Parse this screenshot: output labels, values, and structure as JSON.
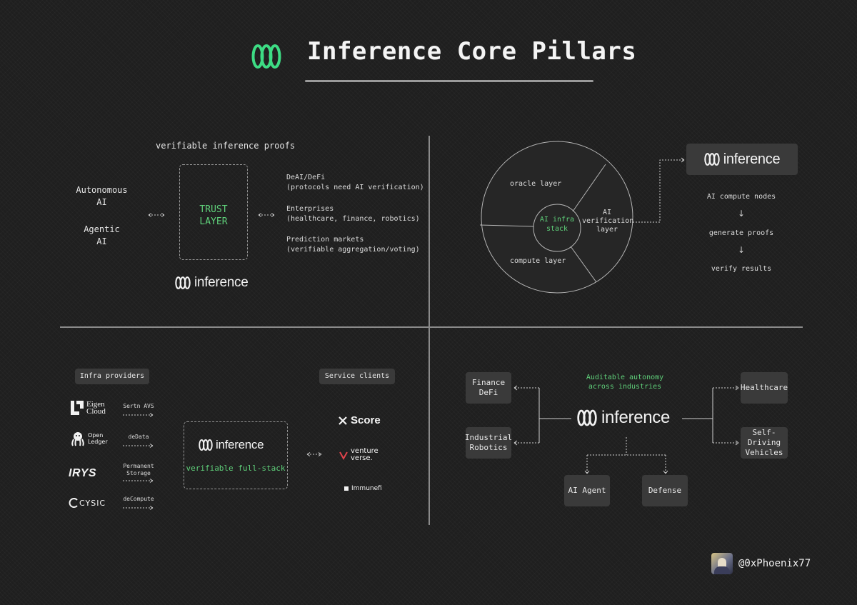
{
  "header": {
    "title": "Inference Core Pillars"
  },
  "brand": {
    "wordmark": "inference",
    "accent": "#3ddc84"
  },
  "q1": {
    "caption": "verifiable inference proofs",
    "left_top": [
      "Autonomous",
      "AI"
    ],
    "left_bottom": [
      "Agentic",
      "AI"
    ],
    "trust": [
      "TRUST",
      "LAYER"
    ],
    "uses": [
      {
        "title": "DeAI/DeFi",
        "desc": "(protocols need AI verification)"
      },
      {
        "title": "Enterprises",
        "desc": "(healthcare, finance, robotics)"
      },
      {
        "title": "Prediction markets",
        "desc": "(verifiable aggregation/voting)"
      }
    ]
  },
  "q2": {
    "oracle": "oracle layer",
    "center": [
      "AI infra",
      "stack"
    ],
    "verification": [
      "AI",
      "verification",
      "layer"
    ],
    "compute": "compute layer",
    "flow": [
      "AI compute nodes",
      "generate proofs",
      "verify results"
    ],
    "down_arrow": "↓"
  },
  "q3": {
    "infra_title": "Infra providers",
    "service_title": "Service clients",
    "providers": [
      {
        "name": "Eigen Cloud",
        "l1": "Eigen",
        "l2": "Cloud",
        "arrow": [
          "Sertn AVS"
        ]
      },
      {
        "name": "Open Ledger",
        "l1": "Open",
        "l2": "Ledger",
        "arrow": [
          "deData"
        ]
      },
      {
        "name": "IRYS",
        "l1": "IRYS",
        "arrow": [
          "Permanent",
          "Storage"
        ]
      },
      {
        "name": "CYSIC",
        "l1": "CYSIC",
        "arrow": [
          "deCompute"
        ]
      }
    ],
    "center_label": "verifiable full-stack",
    "clients": [
      "Score",
      "venture",
      "verse.",
      "Immunefi"
    ]
  },
  "q4": {
    "caption": [
      "Auditable autonomy",
      "across industries"
    ],
    "left": [
      [
        "Finance",
        "DeFi"
      ],
      [
        "Industrial",
        "Robotics"
      ]
    ],
    "right": [
      [
        "Healthcare"
      ],
      [
        "Self-Driving",
        "Vehicles"
      ]
    ],
    "bottom": [
      "AI Agent",
      "Defense"
    ]
  },
  "author": {
    "handle": "@0xPhoenix77"
  }
}
